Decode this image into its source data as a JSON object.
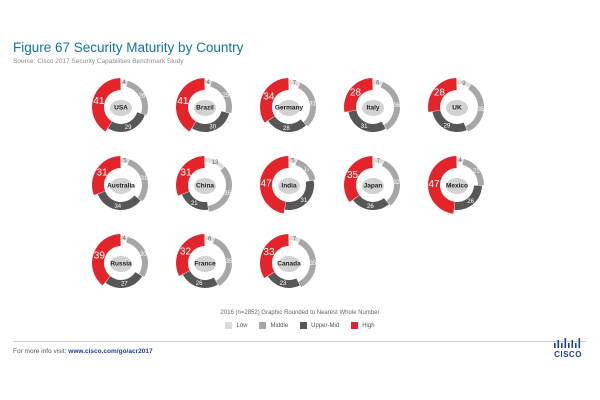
{
  "title": "Figure 67  Security Maturity by Country",
  "subtitle": "Source: Cisco 2017 Security Capabilities Benchmark Study",
  "note": "2016 (n=2852)  Graphic Rounded to Nearest Whole Number",
  "footer": {
    "prefix": "For more info visit: ",
    "link": "www.cisco.com/go/acr2017"
  },
  "logo": {
    "text": "CISCO"
  },
  "colors": {
    "low": "#dcdcdc",
    "middle": "#a7a7a7",
    "upper_mid": "#575757",
    "high": "#e3242b",
    "title": "#0f73a8"
  },
  "chart_data": {
    "type": "pie",
    "subtype": "donut",
    "legend": {
      "position": "bottom",
      "entries": [
        "Low",
        "Middle",
        "Upper-Mid",
        "High"
      ]
    },
    "series_order": [
      "high",
      "low",
      "middle",
      "upper_mid"
    ],
    "countries": [
      {
        "name": "USA",
        "high": 41,
        "low": 4,
        "middle": 26,
        "upper_mid": 29
      },
      {
        "name": "Brazil",
        "high": 41,
        "low": 4,
        "middle": 25,
        "upper_mid": 30
      },
      {
        "name": "Germany",
        "high": 34,
        "low": 7,
        "middle": 31,
        "upper_mid": 28
      },
      {
        "name": "Italy",
        "high": 28,
        "low": 6,
        "middle": 36,
        "upper_mid": 31
      },
      {
        "name": "UK",
        "high": 28,
        "low": 9,
        "middle": 35,
        "upper_mid": 29
      },
      {
        "name": "Australia",
        "high": 31,
        "low": 5,
        "middle": 31,
        "upper_mid": 34
      },
      {
        "name": "China",
        "high": 31,
        "low": 13,
        "middle": 35,
        "upper_mid": 21
      },
      {
        "name": "India",
        "high": 47,
        "low": 5,
        "middle": 17,
        "upper_mid": 31
      },
      {
        "name": "Japan",
        "high": 35,
        "low": 7,
        "middle": 32,
        "upper_mid": 26
      },
      {
        "name": "Mexico",
        "high": 47,
        "low": 4,
        "middle": 21,
        "upper_mid": 26
      },
      {
        "name": "Russia",
        "high": 39,
        "low": 4,
        "middle": 30,
        "upper_mid": 27
      },
      {
        "name": "France",
        "high": 32,
        "low": 6,
        "middle": 35,
        "upper_mid": 26
      },
      {
        "name": "Canada",
        "high": 33,
        "low": 7,
        "middle": 35,
        "upper_mid": 23
      }
    ]
  }
}
